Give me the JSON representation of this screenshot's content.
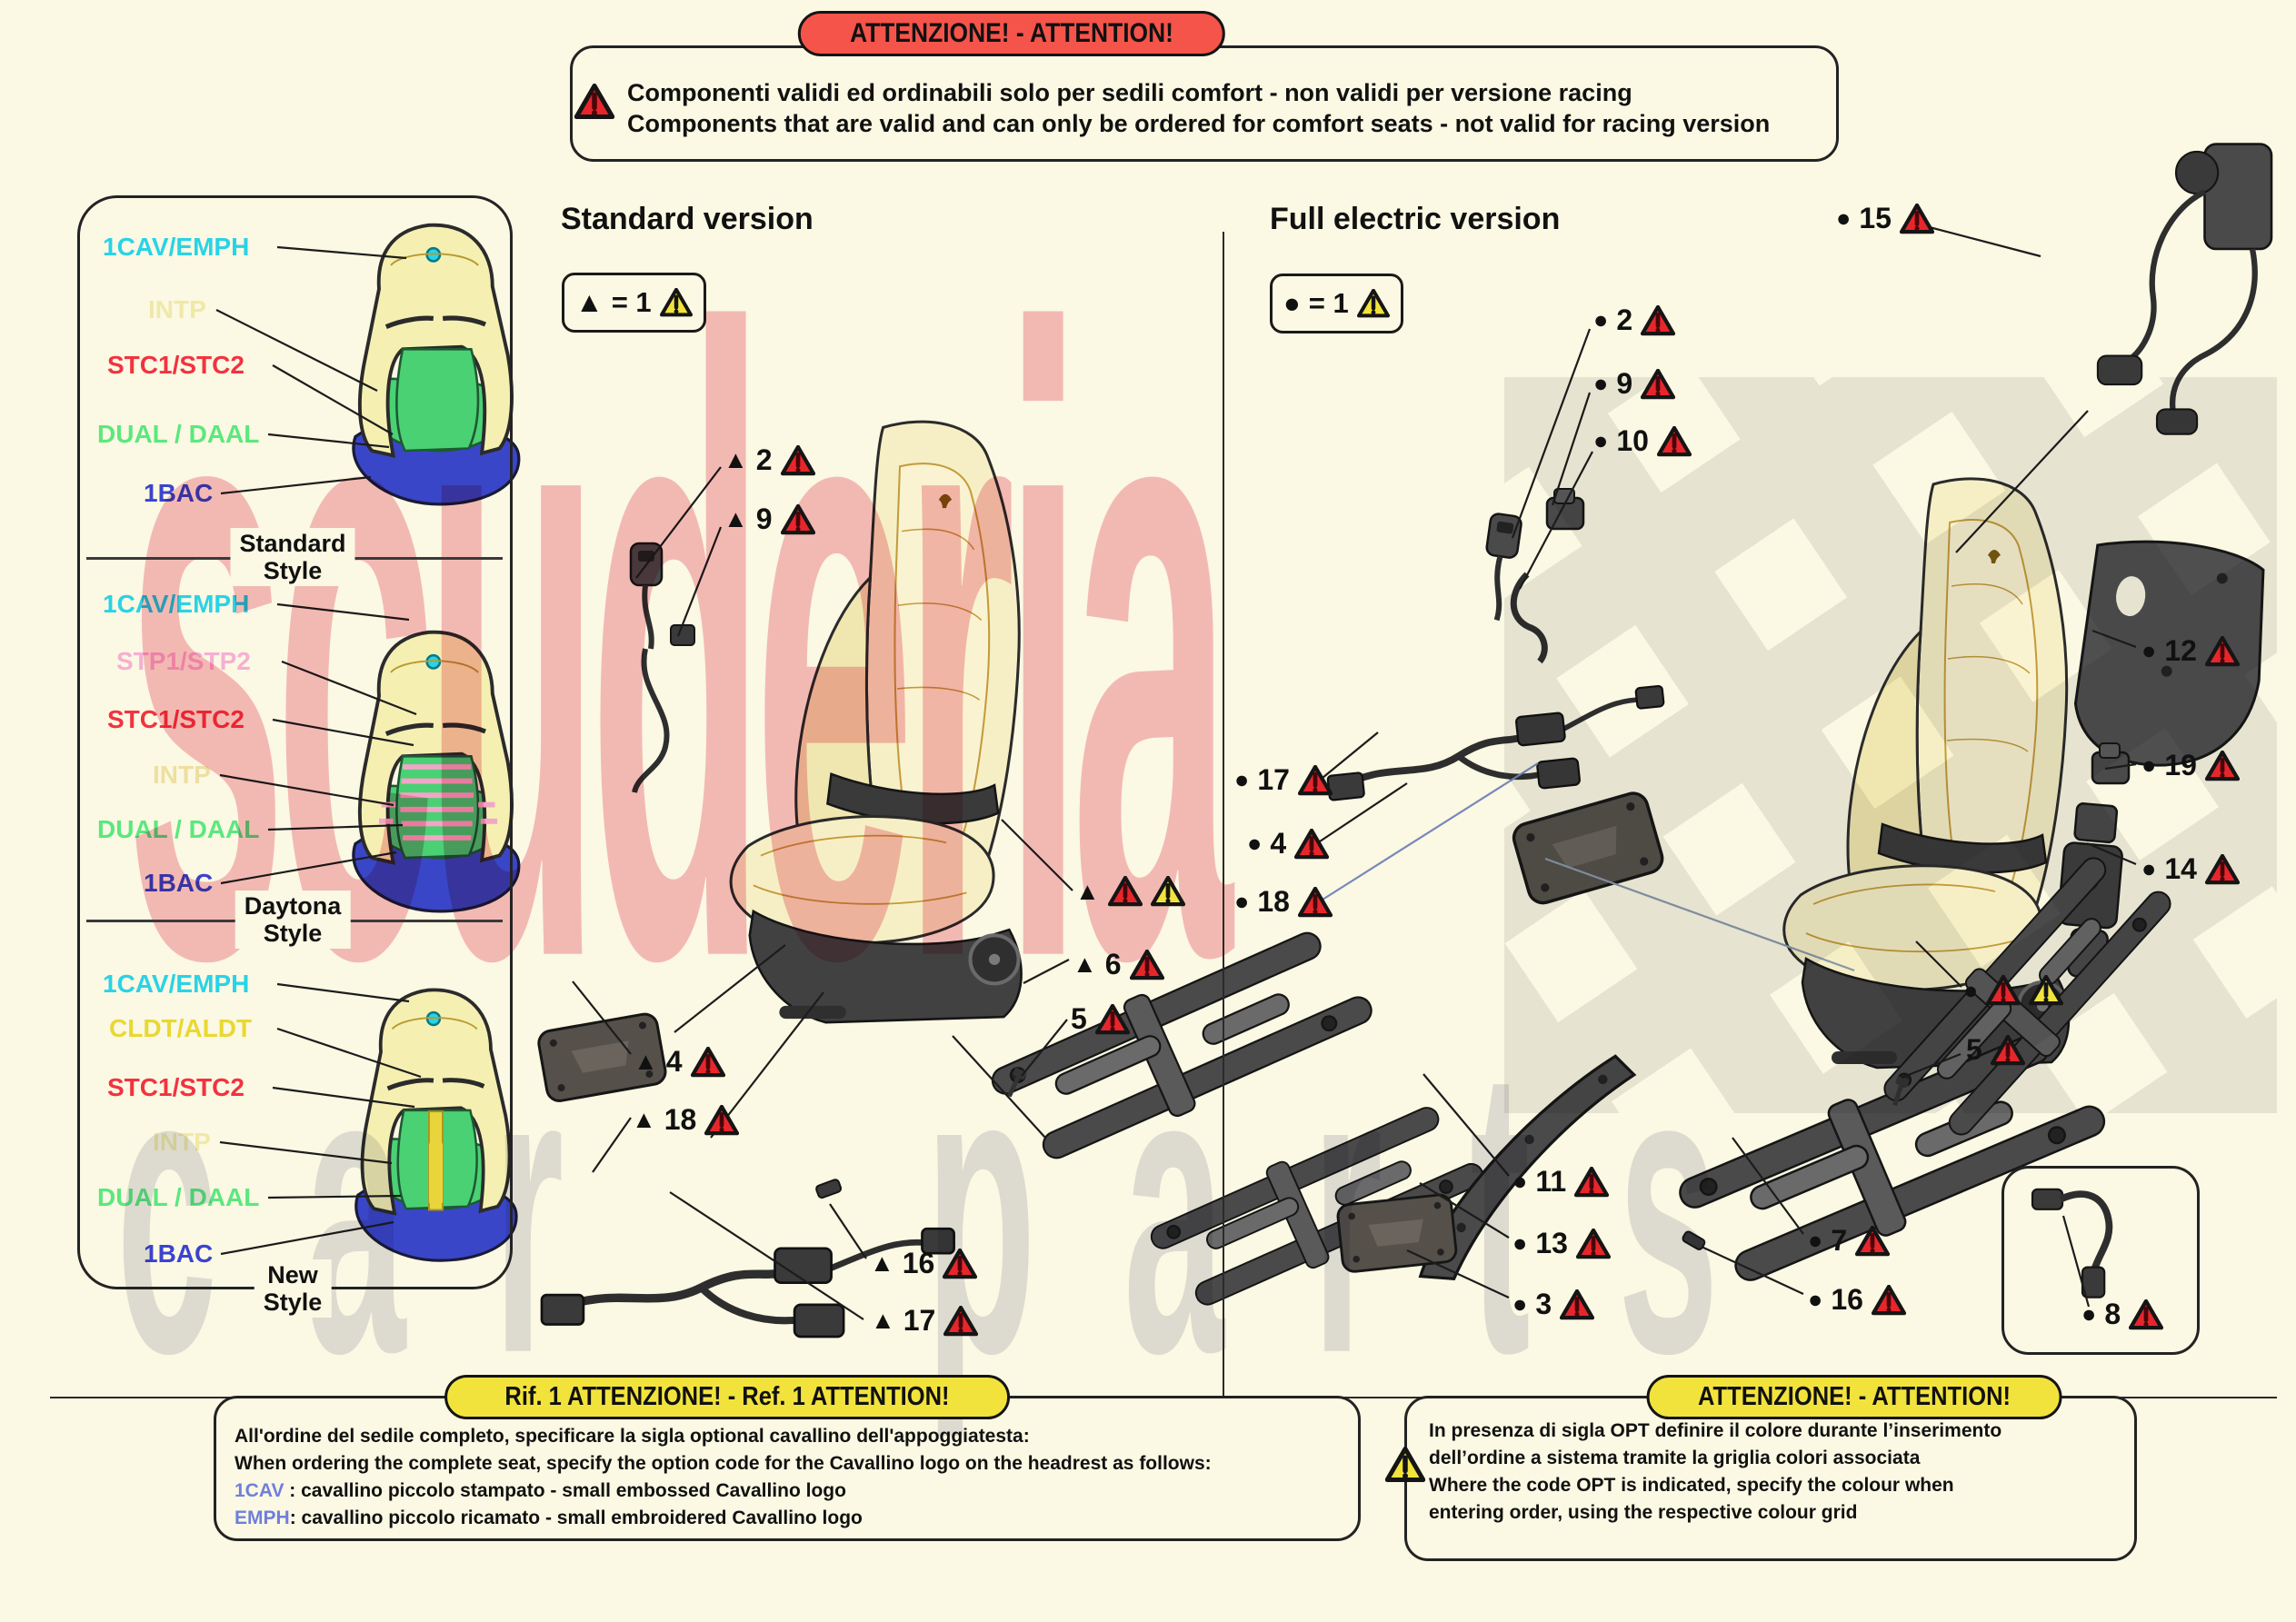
{
  "colors": {
    "background": "#FBF8E3",
    "banner_red": "#F4544A",
    "banner_yellow": "#F2E33C",
    "warning_red": "#E7262C",
    "warning_yellow": "#F2E33C",
    "code_blue": "#6F7FDB"
  },
  "watermark": {
    "line1": "scuderia",
    "line2": "car parts"
  },
  "top_banner": {
    "label": "ATTENZIONE! - ATTENTION!"
  },
  "top_notice": {
    "line_it": "Componenti validi ed ordinabili solo per sedili comfort - non validi per versione racing",
    "line_en": "Components that are valid and can only be ordered for comfort seats - not valid for racing version"
  },
  "styles_panel": {
    "sections": [
      {
        "caption_top": "Standard",
        "caption_bottom": "Style",
        "labels": [
          {
            "text": "1CAV/EMPH",
            "color": "#29D3E6"
          },
          {
            "text": "INTP",
            "color": "#F0E9A6"
          },
          {
            "text": "STC1/STC2",
            "color": "#F2333F"
          },
          {
            "text": "DUAL / DAAL",
            "color": "#5BE87E"
          },
          {
            "text": "1BAC",
            "color": "#3A43CE"
          }
        ]
      },
      {
        "caption_top": "Daytona",
        "caption_bottom": "Style",
        "labels": [
          {
            "text": "1CAV/EMPH",
            "color": "#29D3E6"
          },
          {
            "text": "STP1/STP2",
            "color": "#F6AFD3"
          },
          {
            "text": "STC1/STC2",
            "color": "#F2333F"
          },
          {
            "text": "INTP",
            "color": "#EDDFA0"
          },
          {
            "text": "DUAL / DAAL",
            "color": "#5BE87E"
          },
          {
            "text": "1BAC",
            "color": "#3A43CE"
          }
        ]
      },
      {
        "caption_top": "New",
        "caption_bottom": "Style",
        "labels": [
          {
            "text": "1CAV/EMPH",
            "color": "#29D3E6"
          },
          {
            "text": "CLDT/ALDT",
            "color": "#E9D832"
          },
          {
            "text": "STC1/STC2",
            "color": "#F2333F"
          },
          {
            "text": "INTP",
            "color": "#F0E9A6"
          },
          {
            "text": "DUAL / DAAL",
            "color": "#5BE87E"
          },
          {
            "text": "1BAC",
            "color": "#3A43CE"
          }
        ]
      }
    ]
  },
  "standard_version": {
    "title": "Standard version",
    "legend": {
      "symbol": "▲",
      "text": "= 1"
    },
    "callouts": [
      {
        "marker": "▲",
        "number": "2"
      },
      {
        "marker": "▲",
        "number": "9"
      },
      {
        "marker": "▲",
        "number": ""
      },
      {
        "marker": "▲",
        "number": "6"
      },
      {
        "marker": "",
        "number": "5"
      },
      {
        "marker": "▲",
        "number": "4"
      },
      {
        "marker": "▲",
        "number": "18"
      },
      {
        "marker": "▲",
        "number": "16"
      },
      {
        "marker": "▲",
        "number": "17"
      }
    ]
  },
  "electric_version": {
    "title": "Full electric version",
    "legend": {
      "symbol": "●",
      "text": "= 1"
    },
    "callouts": [
      {
        "marker": "●",
        "number": "15"
      },
      {
        "marker": "●",
        "number": "2"
      },
      {
        "marker": "●",
        "number": "9"
      },
      {
        "marker": "●",
        "number": "10"
      },
      {
        "marker": "●",
        "number": "17"
      },
      {
        "marker": "●",
        "number": "4"
      },
      {
        "marker": "●",
        "number": "18"
      },
      {
        "marker": "●",
        "number": "12"
      },
      {
        "marker": "●",
        "number": "19"
      },
      {
        "marker": "●",
        "number": "14"
      },
      {
        "marker": "●",
        "number": ""
      },
      {
        "marker": "",
        "number": "5"
      },
      {
        "marker": "●",
        "number": "11"
      },
      {
        "marker": "●",
        "number": "13"
      },
      {
        "marker": "●",
        "number": "3"
      },
      {
        "marker": "●",
        "number": "7"
      },
      {
        "marker": "●",
        "number": "16"
      },
      {
        "marker": "●",
        "number": "8"
      }
    ]
  },
  "bottom_left_notice": {
    "banner": "Rif. 1 ATTENZIONE! - Ref. 1 ATTENTION!",
    "line1": "All'ordine del sedile completo, specificare la sigla optional cavallino dell'appoggiatesta:",
    "line2": "When ordering the complete seat, specify the option code for the Cavallino logo on the headrest as follows:",
    "code1": "1CAV",
    "rest1": " : cavallino piccolo stampato - small embossed Cavallino logo",
    "code2": "EMPH",
    "rest2": ": cavallino piccolo ricamato - small embroidered Cavallino logo"
  },
  "bottom_right_notice": {
    "banner": "ATTENZIONE! - ATTENTION!",
    "line1": "In presenza di sigla OPT definire il colore durante l’inserimento",
    "line2": "dell’ordine a sistema tramite la griglia colori associata",
    "line3": "Where the code OPT is indicated, specify the colour when",
    "line4": "entering order, using the respective colour grid"
  }
}
